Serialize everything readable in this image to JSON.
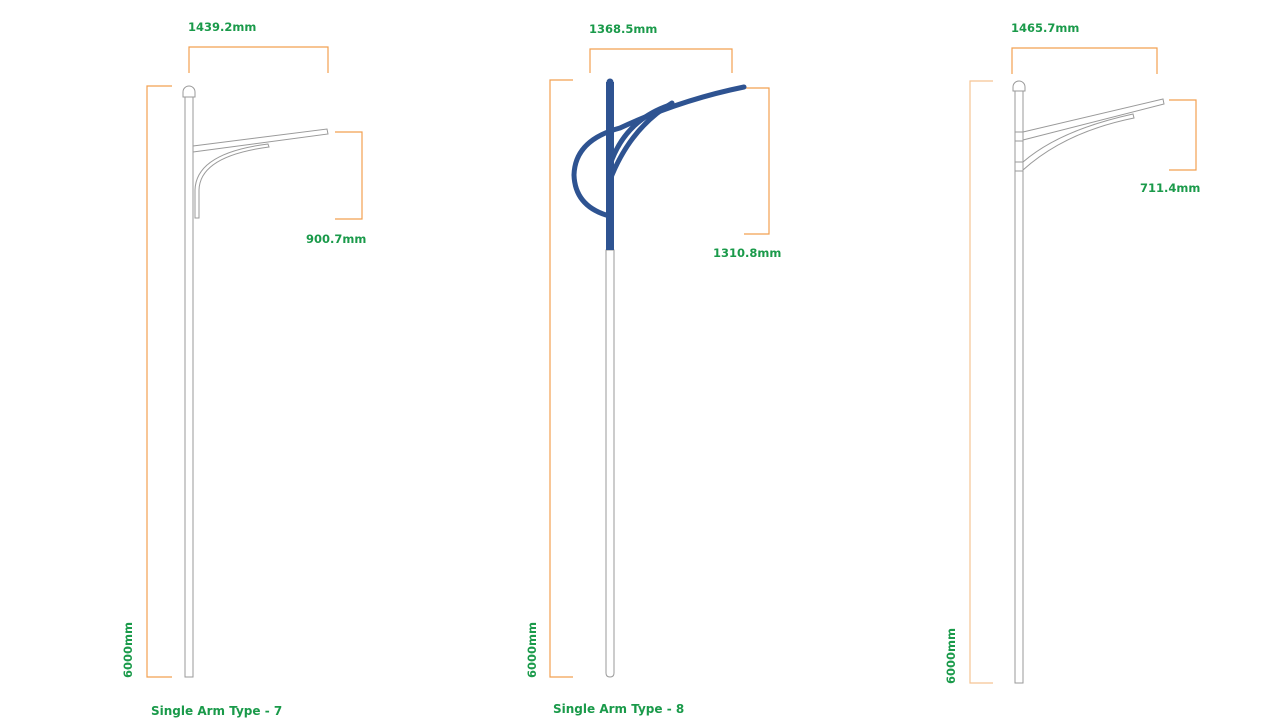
{
  "diagram": {
    "title_visible": false,
    "colors": {
      "dimension_text": "#1a9a4a",
      "dimension_lines": "#f2a050",
      "pole_outline": "#9a9a9a",
      "arm_highlight": "#2e5391"
    },
    "poles": [
      {
        "id": "type-7",
        "caption": "Single Arm Type - 7",
        "arm_reach": "1439.2mm",
        "arm_rise": "900.7mm",
        "height": "6000mm",
        "highlighted": false
      },
      {
        "id": "type-8",
        "caption": "Single Arm Type - 8",
        "arm_reach": "1368.5mm",
        "arm_rise": "1310.8mm",
        "height": "6000mm",
        "highlighted": true
      },
      {
        "id": "type-9",
        "caption": "",
        "arm_reach": "1465.7mm",
        "arm_rise": "711.4mm",
        "height": "6000mm",
        "highlighted": false
      }
    ]
  }
}
